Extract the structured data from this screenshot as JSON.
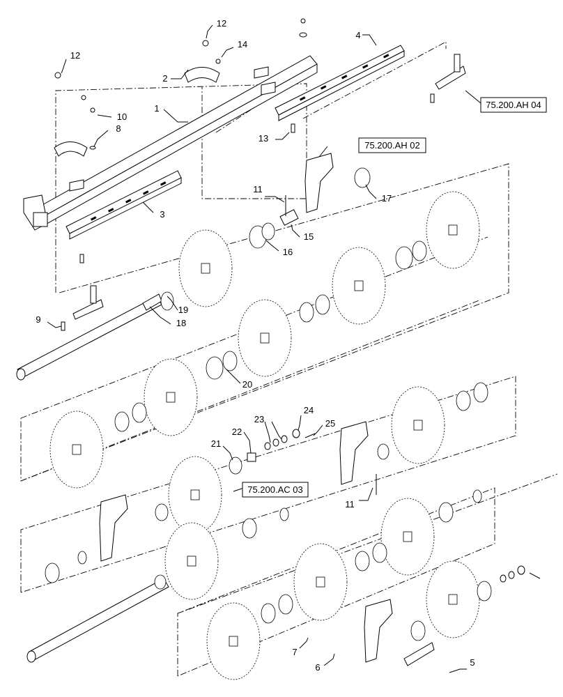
{
  "callouts": [
    {
      "id": "c1",
      "label": "1"
    },
    {
      "id": "c2",
      "label": "2"
    },
    {
      "id": "c3",
      "label": "3"
    },
    {
      "id": "c4",
      "label": "4"
    },
    {
      "id": "c5",
      "label": "5"
    },
    {
      "id": "c6",
      "label": "6"
    },
    {
      "id": "c7",
      "label": "7"
    },
    {
      "id": "c8",
      "label": "8"
    },
    {
      "id": "c9",
      "label": "9"
    },
    {
      "id": "c10",
      "label": "10"
    },
    {
      "id": "c11a",
      "label": "11"
    },
    {
      "id": "c11b",
      "label": "11"
    },
    {
      "id": "c12a",
      "label": "12"
    },
    {
      "id": "c12b",
      "label": "12"
    },
    {
      "id": "c13",
      "label": "13"
    },
    {
      "id": "c14",
      "label": "14"
    },
    {
      "id": "c15",
      "label": "15"
    },
    {
      "id": "c16",
      "label": "16"
    },
    {
      "id": "c17",
      "label": "17"
    },
    {
      "id": "c18",
      "label": "18"
    },
    {
      "id": "c19",
      "label": "19"
    },
    {
      "id": "c20",
      "label": "20"
    },
    {
      "id": "c21",
      "label": "21"
    },
    {
      "id": "c22",
      "label": "22"
    },
    {
      "id": "c23",
      "label": "23"
    },
    {
      "id": "c24",
      "label": "24"
    },
    {
      "id": "c25",
      "label": "25"
    }
  ],
  "references": {
    "ref_ah04": "75.200.AH 04",
    "ref_ah02": "75.200.AH 02",
    "ref_ac03": "75.200.AC 03"
  }
}
